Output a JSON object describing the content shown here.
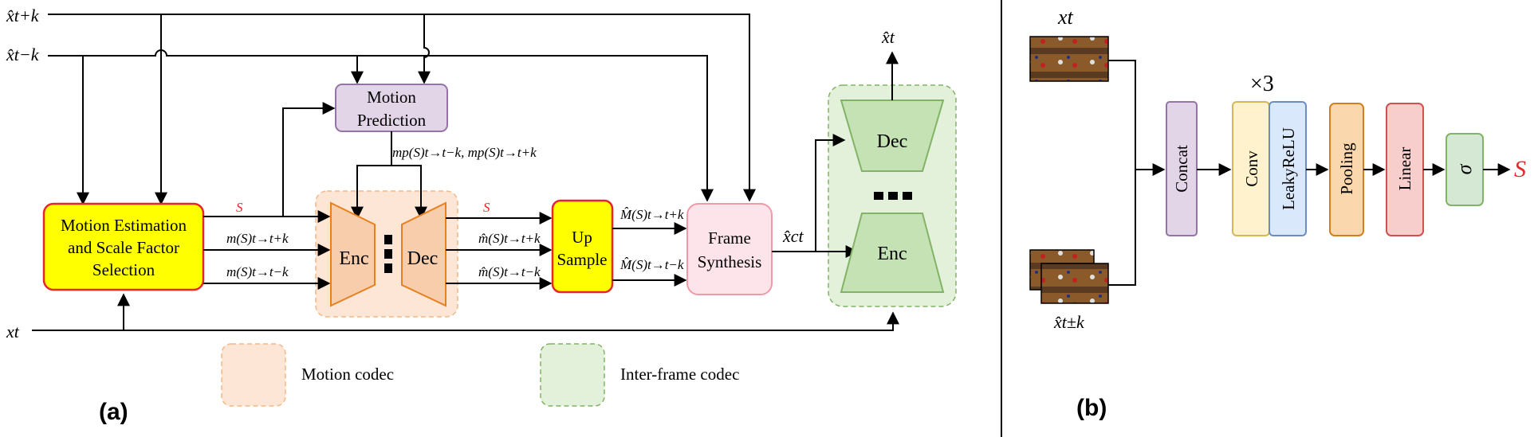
{
  "panel_a": {
    "label": "(a)",
    "inputs": {
      "x_hat_t_plus_k": "x̂t+k",
      "x_hat_t_minus_k": "x̂t−k",
      "x_t": "xt"
    },
    "motion_prediction": {
      "line1": "Motion",
      "line2": "Prediction"
    },
    "mp_label": "mp(S)t→t−k, mp(S)t→t+k",
    "motion_estimation": {
      "line1": "Motion Estimation",
      "line2": "and Scale Factor",
      "line3": "Selection"
    },
    "s_label_1": "S",
    "m_plus": "m(S)t→t+k",
    "m_minus": "m(S)t→t−k",
    "enc": "Enc",
    "dec": "Dec",
    "s_label_2": "S",
    "m_hat_plus": "m̂(S)t→t+k",
    "m_hat_minus": "m̂(S)t→t−k",
    "upsample": {
      "line1": "Up",
      "line2": "Sample"
    },
    "M_hat_plus": "M̂(S)t→t+k",
    "M_hat_minus": "M̂(S)t→t−k",
    "frame_synthesis": {
      "line1": "Frame",
      "line2": "Synthesis"
    },
    "x_hat_c": "x̂ct",
    "x_hat_out": "x̂t",
    "inter_dec": "Dec",
    "inter_enc": "Enc",
    "legend": {
      "motion_codec": "Motion codec",
      "inter_frame_codec": "Inter-frame codec"
    }
  },
  "panel_b": {
    "label": "(b)",
    "x_t": "xt",
    "x_hat_pm": "x̂t±k",
    "repeat": "×3",
    "blocks": [
      "Concat",
      "Conv",
      "LeakyReLU",
      "Pooling",
      "Linear"
    ],
    "sigma": "σ",
    "output": "S"
  },
  "colors": {
    "yellow": "#ffff00",
    "red_border": "#e8252b",
    "purple_fill": "#e1d5e7",
    "purple_border": "#9673a6",
    "orange_fill": "#f8cdab",
    "orange_border": "#e9801f",
    "orange_bg": "#fde6d5",
    "green_fill": "#c5e2b4",
    "green_border": "#82b366",
    "green_bg": "#e3f0da",
    "pink_fill": "#fde3ea",
    "pink_border": "#f09aa9",
    "concat_fill": "#e1d5e7",
    "conv_fill": "#fff2cc",
    "leaky_fill": "#dae8fc",
    "pool_fill": "#fad7ac",
    "linear_fill": "#f8cecc",
    "sigma_fill": "#d5e8d4"
  },
  "icons": [
    "frame-thumbnail-icon",
    "frame-stack-icon",
    "arrow-icon"
  ]
}
